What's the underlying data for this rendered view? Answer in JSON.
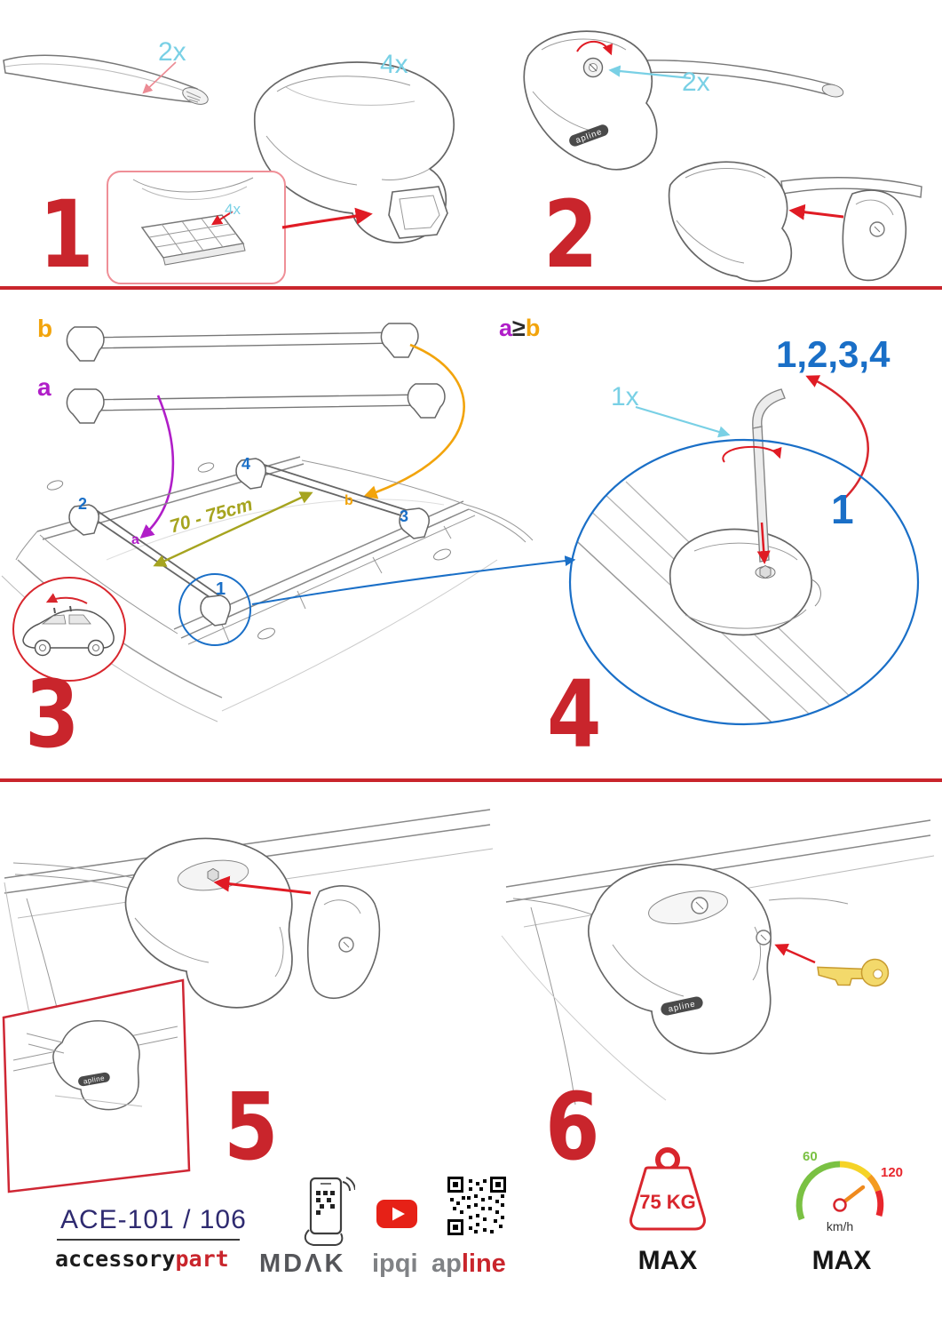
{
  "colors": {
    "step_red": "#c9252c",
    "arrow_red": "#e01b24",
    "qty_cyan": "#79d0e5",
    "pos_blue": "#1a6fc7",
    "label_purple": "#b01ec8",
    "label_orange": "#f2a40c",
    "dim_olive": "#a6a41f",
    "model_navy": "#2e2a70",
    "youtube_red": "#e62117",
    "gauge_green": "#7ac143",
    "gauge_red": "#e8262d"
  },
  "steps": {
    "s1": {
      "number": "1",
      "bar_qty": "2x",
      "foot_qty": "4x",
      "pad_qty": "4x"
    },
    "s2": {
      "number": "2",
      "lock_qty": "2x"
    },
    "s3": {
      "number": "3",
      "label_b": "b",
      "label_a": "a",
      "dimension": "70 - 75cm",
      "roof_a": "a",
      "roof_b": "b",
      "pos1": "1",
      "pos2": "2",
      "pos3": "3",
      "pos4": "4"
    },
    "s4": {
      "number": "4",
      "rule_a": "a",
      "rule_op": "≥",
      "rule_b": "b",
      "sequence": "1,2,3,4",
      "tool_qty": "1x",
      "pos1": "1"
    },
    "s5": {
      "number": "5"
    },
    "s6": {
      "number": "6"
    }
  },
  "branding": {
    "model": "ACE-101 / 106",
    "brand_part1": "accessory",
    "brand_part2": "part",
    "mdak": "MDΛK",
    "ipqi": "ipqi",
    "apline_part1": "ap",
    "apline_part2": "line",
    "apline_logo": "apline"
  },
  "limits": {
    "weight": "75 KG",
    "weight_max": "MAX",
    "speed_low": "60",
    "speed_high": "120",
    "speed_unit": "km/h",
    "speed_max": "MAX"
  }
}
